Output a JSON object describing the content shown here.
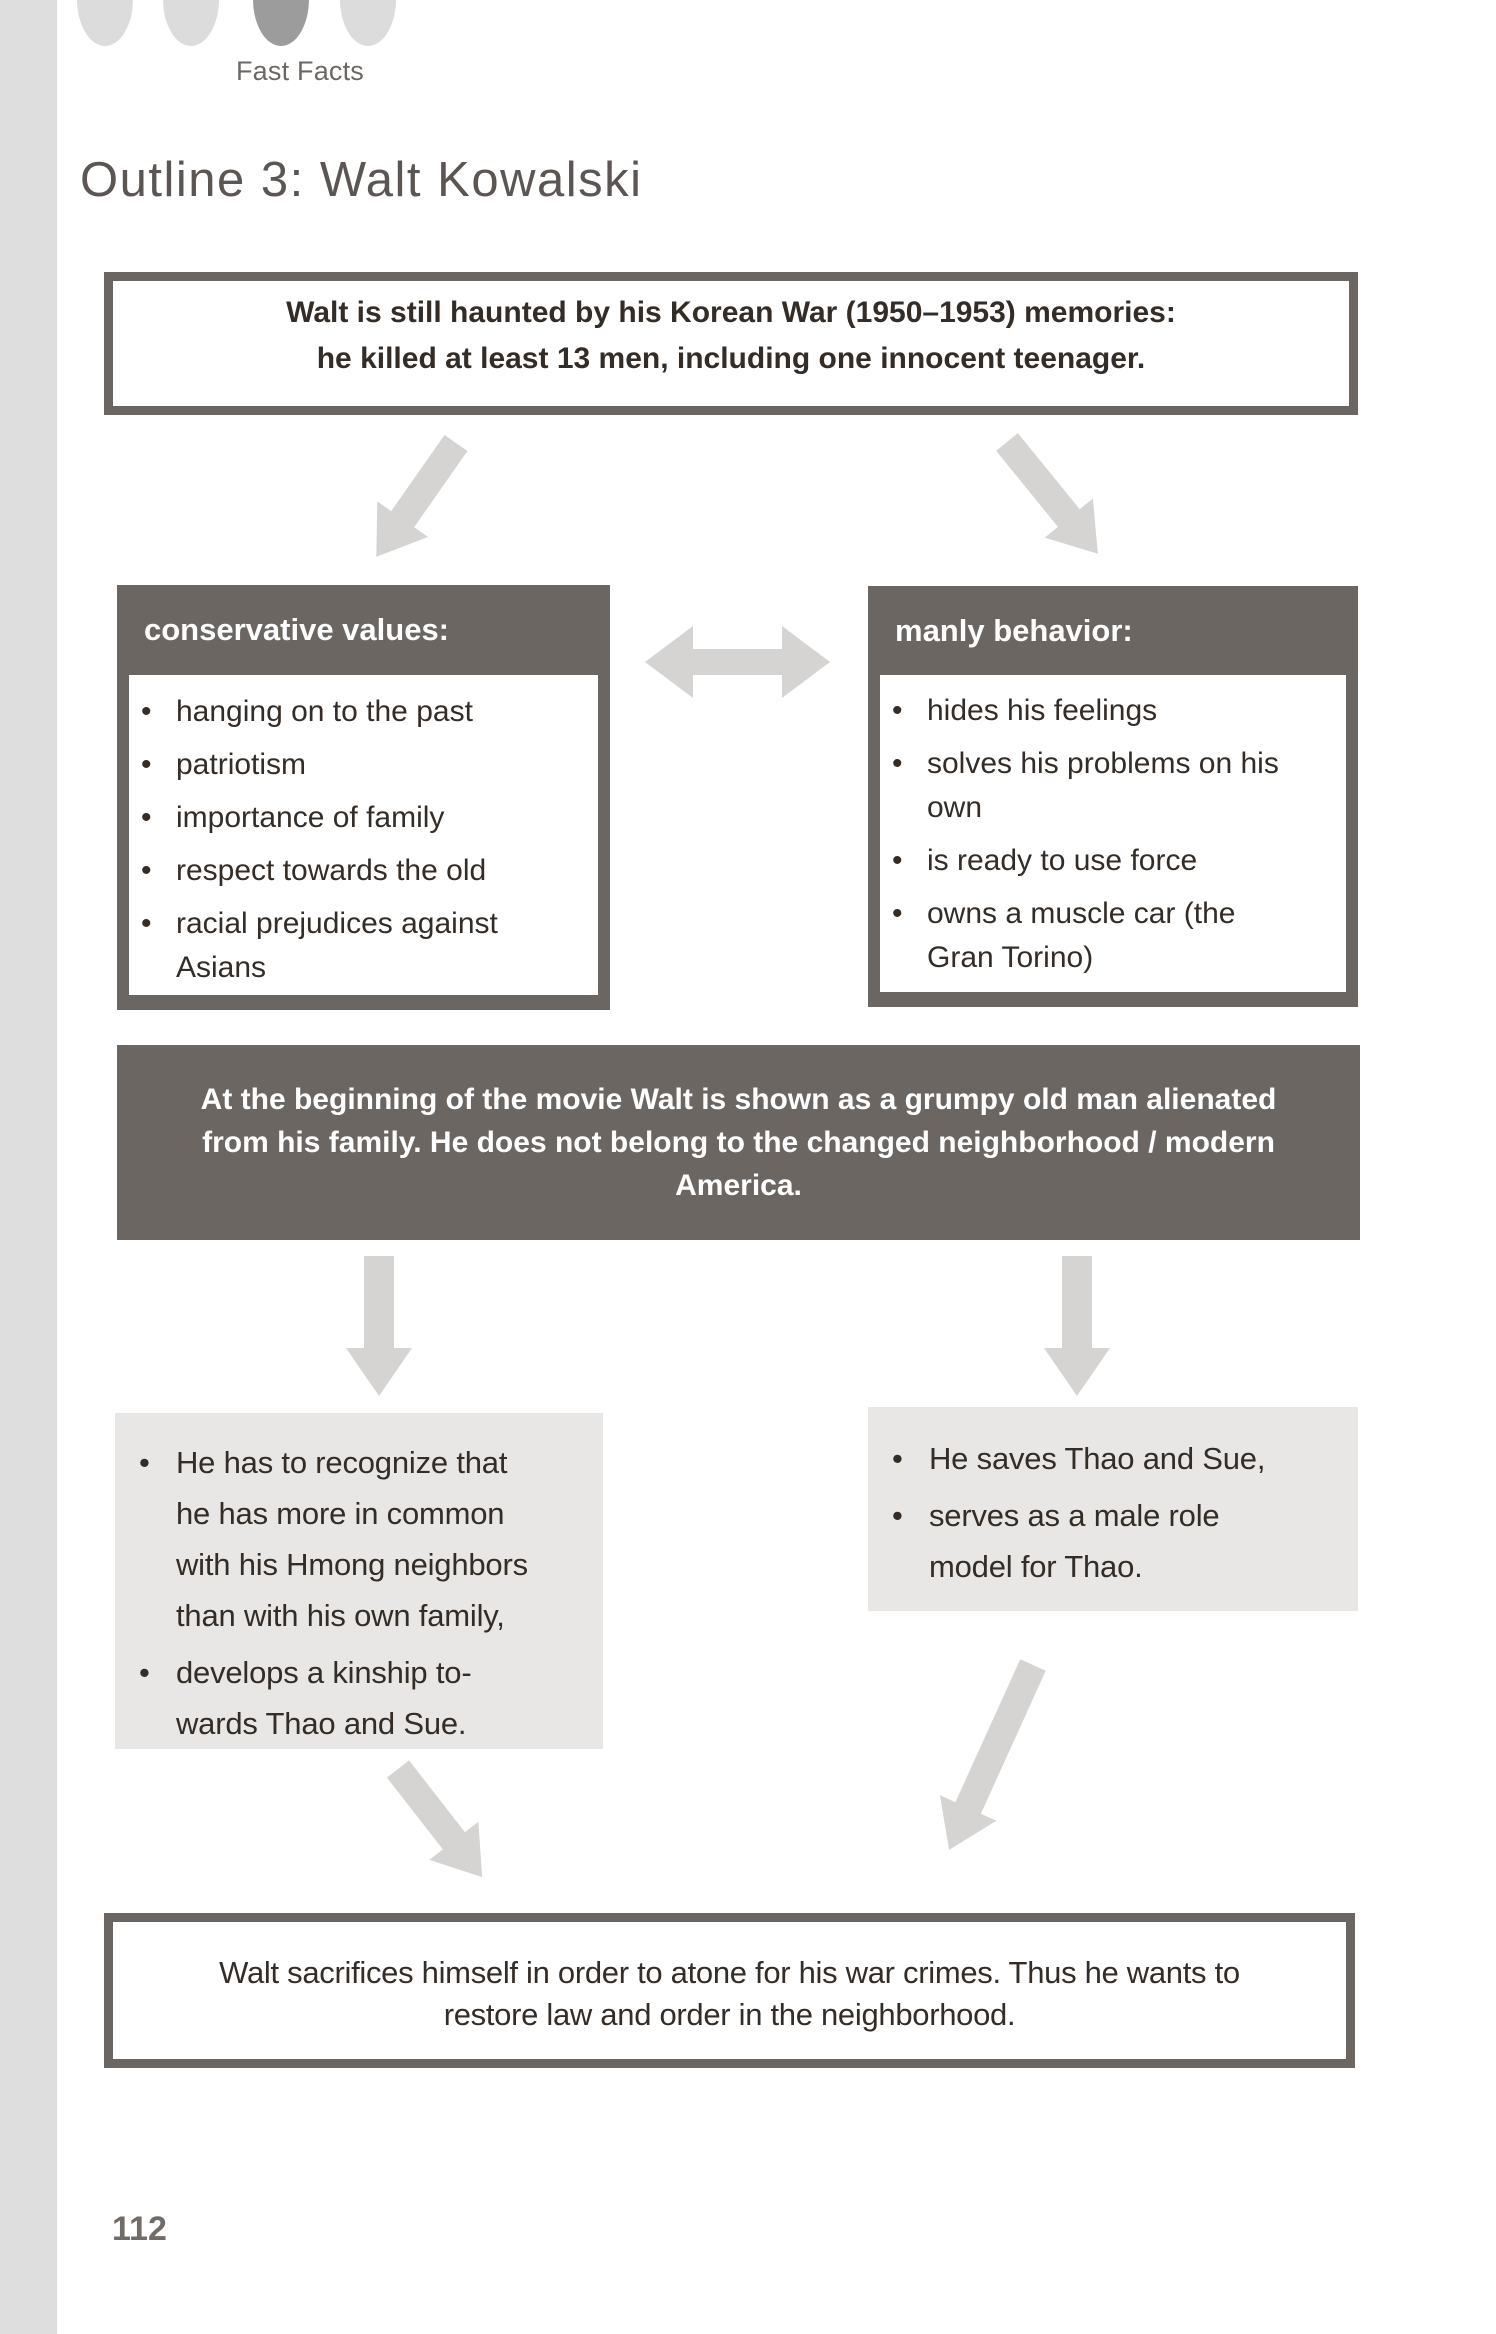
{
  "glyphs": {
    "bullet": "•"
  },
  "colors": {
    "dark_gray": "#6b6662",
    "arrow_gray": "#d5d4d2",
    "light_gray_box": "#e8e7e5",
    "left_strip": "#dedede",
    "tab_dot_light": "#dcdcdc",
    "tab_dot_dark": "#9c9c9c",
    "text_dark": "#342c26",
    "text_gray": "#6c6763",
    "white": "#ffffff"
  },
  "header": {
    "tab_label": "Fast Facts",
    "title": "Outline 3: Walt Kowalski"
  },
  "top_box": {
    "lines": [
      "Walt is still haunted by his Korean War (1950–1953) memories:",
      "he killed at least 13 men, including one innocent teenager."
    ]
  },
  "conservative_box": {
    "heading": "conservative values:",
    "items": [
      {
        "lines": [
          "hanging on to the past"
        ]
      },
      {
        "lines": [
          "patriotism"
        ]
      },
      {
        "lines": [
          "importance of family"
        ]
      },
      {
        "lines": [
          "respect towards the old"
        ]
      },
      {
        "lines": [
          "racial prejudices against",
          "Asians"
        ]
      }
    ]
  },
  "manly_box": {
    "heading": "manly behavior:",
    "items": [
      {
        "lines": [
          "hides his feelings"
        ]
      },
      {
        "lines": [
          "solves his problems on his",
          "own"
        ]
      },
      {
        "lines": [
          "is ready to use force"
        ]
      },
      {
        "lines": [
          "owns a muscle car (the",
          "Gran Torino)"
        ]
      }
    ]
  },
  "banner": {
    "lines": [
      "At the beginning of the movie Walt is shown as a grumpy old man alienated",
      "from his family. He does not belong to the changed neighborhood / modern",
      "America."
    ]
  },
  "left_result_box": {
    "items": [
      {
        "lines": [
          "He has to recognize that",
          "he has more in common",
          "with his Hmong neighbors",
          "than with his own family,"
        ]
      },
      {
        "lines": [
          "develops a kinship to-",
          "wards Thao and Sue."
        ]
      }
    ]
  },
  "right_result_box": {
    "items": [
      {
        "lines": [
          "He saves Thao and Sue,"
        ]
      },
      {
        "lines": [
          "serves as a male role",
          "model for Thao."
        ]
      }
    ]
  },
  "final_box": {
    "lines": [
      "Walt sacrifices himself in order to atone for his war crimes. Thus he wants to",
      "restore law and order in the neighborhood."
    ]
  },
  "footer": {
    "page_number": "112"
  }
}
